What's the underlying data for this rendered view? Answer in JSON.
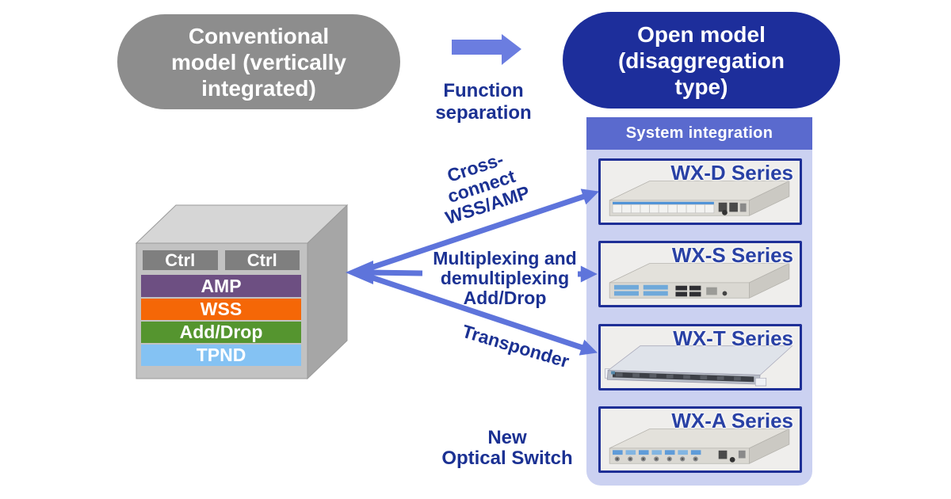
{
  "conventional_pill": {
    "line1": "Conventional",
    "line2": "model (vertically",
    "line3": "integrated)"
  },
  "open_pill": {
    "line1": "Open model",
    "line2": "(disaggregation",
    "line3": "type)"
  },
  "function_separation": {
    "line1": "Function",
    "line2": "separation"
  },
  "system_integration": {
    "label": "System integration"
  },
  "stack": {
    "ctrl_left": "Ctrl",
    "ctrl_right": "Ctrl",
    "amp": "AMP",
    "wss": "WSS",
    "add_drop": "Add/Drop",
    "tpnd": "TPND"
  },
  "labels": {
    "cross_connect": {
      "line1": "Cross-",
      "line2": "connect",
      "line3": "WSS/AMP"
    },
    "multiplexing": {
      "line1": "Multiplexing and",
      "line2": "demultiplexing",
      "line3": "Add/Drop"
    },
    "transponder": "Transponder",
    "new_optical": {
      "line1": "New",
      "line2": "Optical Switch"
    }
  },
  "series": {
    "wx_d": "WX-D Series",
    "wx_s": "WX-S Series",
    "wx_t": "WX-T Series",
    "wx_a": "WX-A Series"
  },
  "colors": {
    "gray_pill": "#8d8d8d",
    "blue_pill": "#1d2e9b",
    "arrow_blue": "#5e74db",
    "dark_blue_text": "#1b3193",
    "panel_lavender": "#cbd1f1",
    "integration_bar": "#5a6ace",
    "series_border": "#1e2f96",
    "amp_purple": "#6d4f82",
    "wss_orange": "#f56707",
    "add_drop_green": "#55952f",
    "tpnd_blue": "#84c2f3",
    "ctrl_gray": "#7f7f7f"
  }
}
